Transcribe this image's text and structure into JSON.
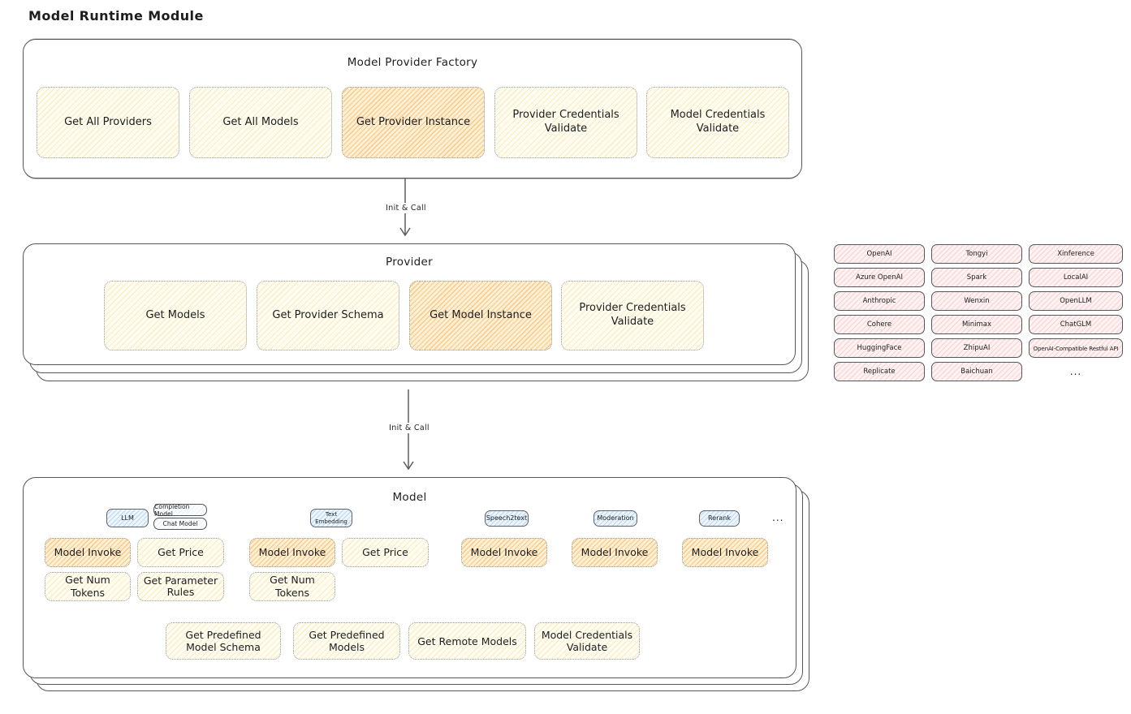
{
  "page_title": "Model Runtime Module",
  "factory": {
    "title": "Model Provider Factory",
    "items": [
      {
        "label": "Get All Providers"
      },
      {
        "label": "Get All Models"
      },
      {
        "label": "Get Provider Instance"
      },
      {
        "label": "Provider Credentials Validate"
      },
      {
        "label": "Model Credentials Validate"
      }
    ]
  },
  "arrows": {
    "factory_to_provider": "Init & Call",
    "provider_to_model": "Init & Call"
  },
  "provider": {
    "title": "Provider",
    "items": [
      {
        "label": "Get Models"
      },
      {
        "label": "Get Provider Schema"
      },
      {
        "label": "Get Model Instance"
      },
      {
        "label": "Provider Credentials Validate"
      }
    ]
  },
  "provider_list": {
    "items": [
      "OpenAI",
      "Tongyi",
      "Xinference",
      "Azure OpenAI",
      "Spark",
      "LocalAI",
      "Anthropic",
      "Wenxin",
      "OpenLLM",
      "Cohere",
      "Minimax",
      "ChatGLM",
      "HuggingFace",
      "ZhipuAI",
      "OpenAI-Compatible Restful API",
      "Replicate",
      "Baichuan"
    ],
    "ellipsis": "..."
  },
  "model": {
    "title": "Model",
    "ellipsis": "...",
    "tabs": {
      "llm": "LLM",
      "completion_model": "Completion Model",
      "chat_model": "Chat Model",
      "text_embedding": "Text Embedding",
      "speech2text": "Speech2text",
      "moderation": "Moderation",
      "rerank": "Rerank"
    },
    "llm": {
      "invoke": "Model Invoke",
      "get_price": "Get Price",
      "get_num_tokens": "Get Num Tokens",
      "get_parameter_rules": "Get Parameter Rules"
    },
    "text_embedding": {
      "invoke": "Model Invoke",
      "get_price": "Get Price",
      "get_num_tokens": "Get Num Tokens"
    },
    "speech2text": {
      "invoke": "Model Invoke"
    },
    "moderation": {
      "invoke": "Model Invoke"
    },
    "rerank": {
      "invoke": "Model Invoke"
    },
    "bottom": [
      {
        "label": "Get Predefined Model Schema"
      },
      {
        "label": "Get Predefined Models"
      },
      {
        "label": "Get Remote Models"
      },
      {
        "label": "Model Credentials Validate"
      }
    ]
  },
  "colors": {
    "highlight_orange": "#f6a74a",
    "light_yellow": "#fff9db",
    "type_blue": "#d9eaf8",
    "provider_pink": "#fbe9e9",
    "stroke": "#54575c"
  }
}
